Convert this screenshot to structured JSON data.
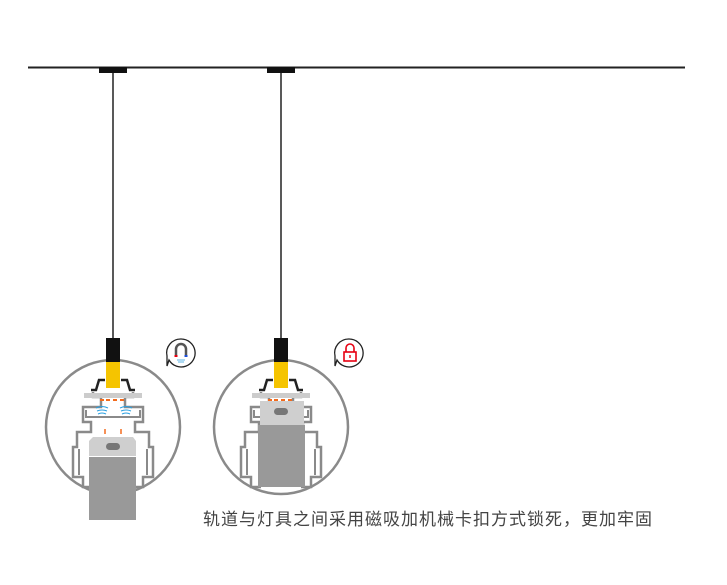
{
  "caption": "轨道与灯具之间采用磁吸加机械卡扣方式锁死，更加牢固",
  "fixtures": [
    {
      "state": "magnet-attracting",
      "icon": "magnet-icon"
    },
    {
      "state": "locked",
      "icon": "lock-icon"
    }
  ],
  "colors": {
    "track": "#222222",
    "body": "#8a8a8a",
    "connector": "#f5c400",
    "lock": "#e60012",
    "wave": "#2a9fe0",
    "contact": "#f26b1d",
    "lamp": "#999999",
    "cap": "#cfcfcf"
  }
}
